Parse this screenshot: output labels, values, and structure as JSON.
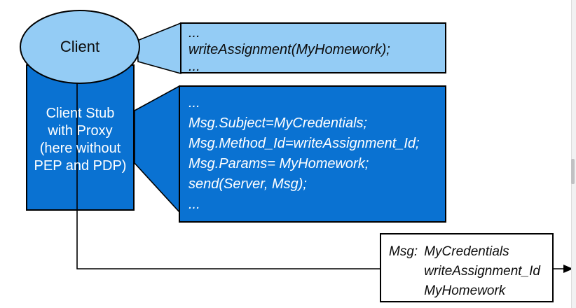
{
  "colors": {
    "light_blue": "#94ccf5",
    "dark_blue": "#0a72d2",
    "line_black": "#000000",
    "scroll_track": "#f1f1f2",
    "scroll_thumb": "#c1c1c3"
  },
  "client": {
    "label": "Client"
  },
  "client_stub": {
    "lines": [
      "Client Stub",
      "with Proxy",
      "(here without",
      "PEP and PDP)"
    ]
  },
  "callout_app": {
    "lines": [
      "...",
      "writeAssignment(MyHomework);",
      "..."
    ]
  },
  "callout_stub": {
    "lines": [
      "...",
      "Msg.Subject=MyCredentials;",
      "Msg.Method_Id=writeAssignment_Id;",
      "Msg.Params= MyHomework;",
      "send(Server, Msg);",
      "..."
    ]
  },
  "message_box": {
    "label": "Msg:",
    "values": [
      "MyCredentials",
      "writeAssignment_Id",
      "MyHomework"
    ]
  }
}
